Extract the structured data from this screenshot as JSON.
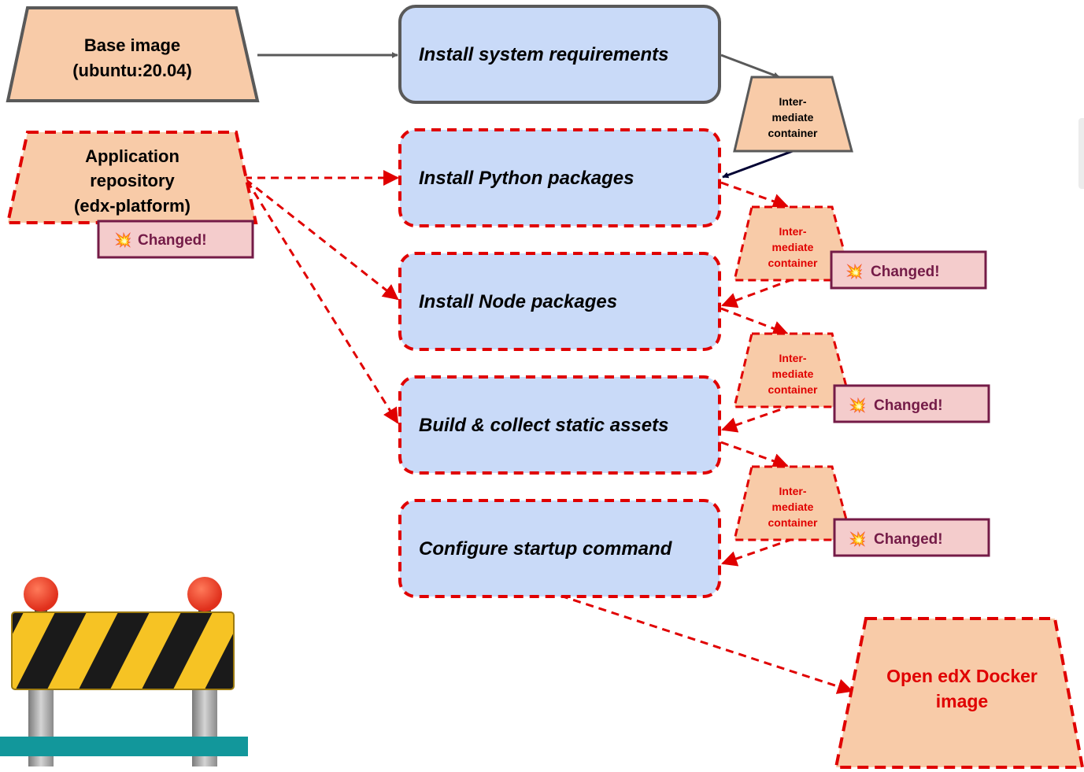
{
  "colors": {
    "trapezoid_fill": "#f8cba8",
    "step_fill": "#c9daf8",
    "changed_border": "#e00000",
    "unchanged_border": "#595959",
    "badge_fill": "#f4cccc",
    "badge_border": "#741b47",
    "arrow_dark": "#000033",
    "arrow_gray": "#595959",
    "bar_teal": "#12979b"
  },
  "sources": {
    "base_image": {
      "line1": "Base image",
      "line2": "(ubuntu:20.04)"
    },
    "app_repo": {
      "line1": "Application",
      "line2": "repository",
      "line3": "(edx-platform)"
    }
  },
  "steps": [
    {
      "label": "Install system requirements",
      "changed": false
    },
    {
      "label": "Install Python packages",
      "changed": true
    },
    {
      "label": "Install Node packages",
      "changed": true
    },
    {
      "label": "Build & collect static assets",
      "changed": true
    },
    {
      "label": "Configure startup command",
      "changed": true
    }
  ],
  "intermediate": [
    {
      "line1": "Inter-",
      "line2": "mediate",
      "line3": "container",
      "changed": false
    },
    {
      "line1": "Inter-",
      "line2": "mediate",
      "line3": "container",
      "changed": true
    },
    {
      "line1": "Inter-",
      "line2": "mediate",
      "line3": "container",
      "changed": true
    },
    {
      "line1": "Inter-",
      "line2": "mediate",
      "line3": "container",
      "changed": true
    }
  ],
  "badges": [
    {
      "icon": "collision-icon",
      "glyph": "💥",
      "label": "Changed!"
    },
    {
      "icon": "collision-icon",
      "glyph": "💥",
      "label": "Changed!"
    },
    {
      "icon": "collision-icon",
      "glyph": "💥",
      "label": "Changed!"
    },
    {
      "icon": "collision-icon",
      "glyph": "💥",
      "label": "Changed!"
    }
  ],
  "output": {
    "line1": "Open edX Docker",
    "line2": "image"
  },
  "decorations": {
    "barrier": "construction-barrier-icon"
  }
}
